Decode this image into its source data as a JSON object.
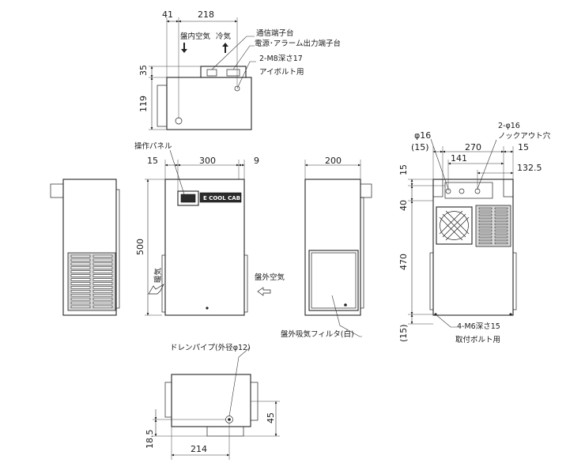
{
  "top_view": {
    "dims": {
      "d41": "41",
      "d218": "218",
      "d35": "35",
      "d119": "119"
    },
    "labels": {
      "inside_air": "盤内空気",
      "cold_air": "冷気",
      "comm_terminal": "通信端子台",
      "power_alarm_terminal": "電源･アラーム出力端子台",
      "m8_depth": "2-M8深さ17",
      "eyebolt": "アイボルト用"
    }
  },
  "front_view": {
    "dims": {
      "d15": "15",
      "d300": "300",
      "d9": "9",
      "d500": "500"
    },
    "labels": {
      "panel": "操作パネル",
      "warm_air": "暖気",
      "outside_air": "盤外空気",
      "brand": "E COOL CAB"
    }
  },
  "side_view": {
    "dims": {
      "d200": "200"
    },
    "labels": {
      "filter": "盤外吸気フィルタ(白)"
    }
  },
  "back_view": {
    "dims": {
      "phi16": "φ16",
      "p15": "(15)",
      "d270": "270",
      "d15r": "15",
      "d141": "141",
      "d1325": "132.5",
      "d15v": "15",
      "d40": "40",
      "d470": "470",
      "p15b": "(15)"
    },
    "labels": {
      "knockout_n": "2-φ16",
      "knockout": "ノックアウト穴",
      "m6_depth": "4-M6深さ15",
      "mount_bolt": "取付ボルト用"
    }
  },
  "bottom_view": {
    "dims": {
      "d45": "45",
      "d185": "18.5",
      "d214": "214"
    },
    "labels": {
      "drain": "ドレンパイプ(外径φ12)"
    }
  }
}
